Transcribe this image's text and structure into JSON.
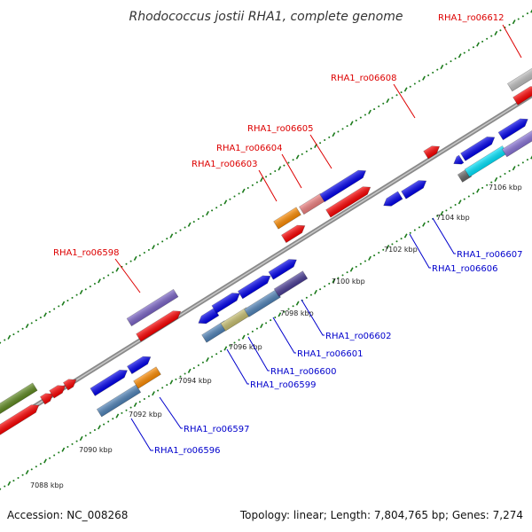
{
  "title": "Rhodococcus jostii RHA1, complete genome",
  "footer": {
    "accession": "Accession: NC_008268",
    "summary": "Topology: linear; Length: 7,804,765 bp; Genes: 7,274"
  },
  "scale_labels": [
    "7088 kbp",
    "7090 kbp",
    "7092 kbp",
    "7094 kbp",
    "7096 kbp",
    "7098 kbp",
    "7100 kbp",
    "7102 kbp",
    "7104 kbp",
    "7106 kbp"
  ],
  "gene_labels": {
    "top": [
      "RHA1_ro06598",
      "RHA1_ro06603",
      "RHA1_ro06604",
      "RHA1_ro06605",
      "RHA1_ro06608",
      "RHA1_ro06612"
    ],
    "bottom": [
      "RHA1_ro06596",
      "RHA1_ro06597",
      "RHA1_ro06599",
      "RHA1_ro06600",
      "RHA1_ro06601",
      "RHA1_ro06602",
      "RHA1_ro06606",
      "RHA1_ro06607"
    ]
  },
  "colors": {
    "backbone": "#909090",
    "ticks": "#1a7a1a",
    "red_feature": "#ff0000",
    "blue_feature": "#0000ee",
    "label_top": "#dd0000",
    "label_bottom": "#0000cc"
  }
}
